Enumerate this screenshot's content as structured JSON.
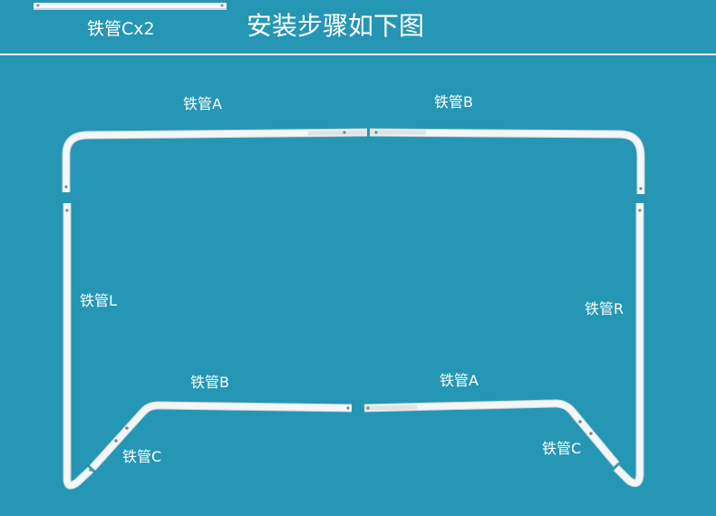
{
  "header": {
    "spare_tube_label": "铁管Cx2",
    "title": "安装步骤如下图"
  },
  "labels": {
    "top_left_tube": "铁管A",
    "top_right_tube": "铁管B",
    "left_post": "铁管L",
    "right_post": "铁管R",
    "bottom_left_tube": "铁管B",
    "bottom_right_tube": "铁管A",
    "left_brace": "铁管C",
    "right_brace": "铁管C"
  },
  "colors": {
    "background": "#2596b3",
    "tube": "#f4f7f8",
    "tube_shade": "#c9d4d8",
    "text": "#ffffff"
  }
}
